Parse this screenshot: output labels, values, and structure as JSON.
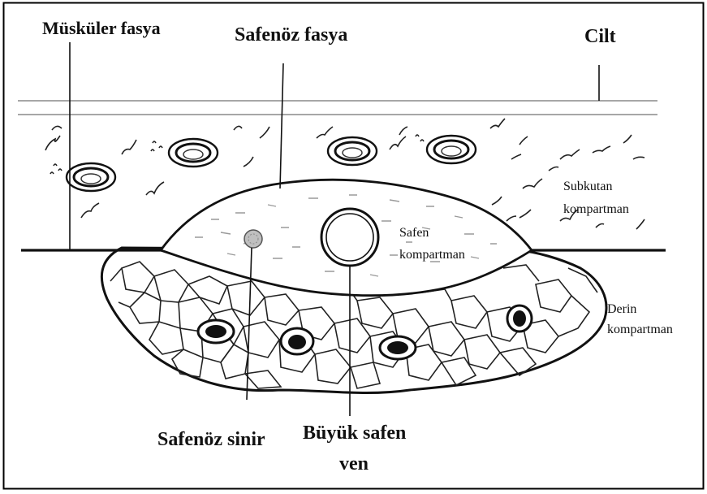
{
  "labels": {
    "muscular_fascia": "Müsküler fasya",
    "saphenous_fascia": "Safenöz fasya",
    "skin": "Cilt",
    "subcutaneous_1": "Subkutan",
    "subcutaneous_2": "kompartman",
    "saphenous_comp_1": "Safen",
    "saphenous_comp_2": "kompartman",
    "deep_comp_1": "Derin",
    "deep_comp_2": "kompartman",
    "saphenous_nerve": "Safenöz sinir",
    "great_saphenous_1": "Büyük safen",
    "great_saphenous_2": "ven"
  },
  "colors": {
    "ink": "#111111",
    "border": "#000000",
    "background": "#ffffff",
    "skin_lines": "#8a8a8a"
  }
}
